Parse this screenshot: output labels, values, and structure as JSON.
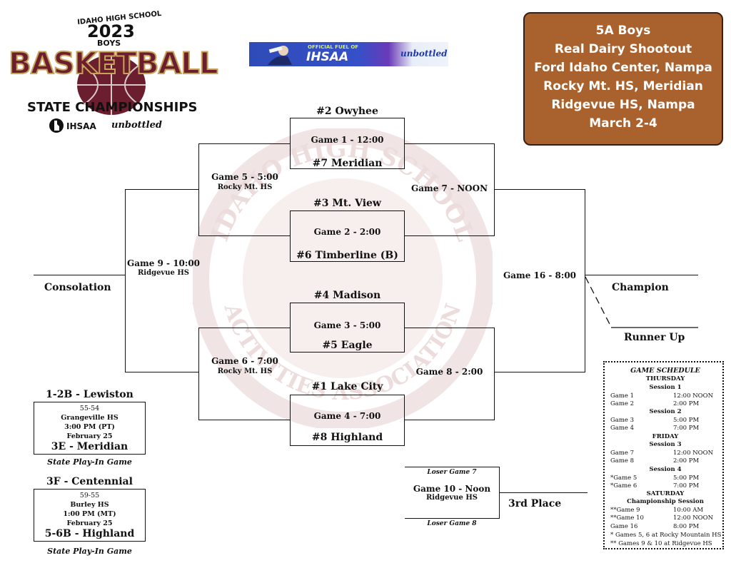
{
  "logo": {
    "top_line": "IDAHO HIGH SCHOOL",
    "year": "2023",
    "gender": "BOYS",
    "sport": "BASKETBALL",
    "event": "STATE CHAMPIONSHIPS",
    "org": "IHSAA",
    "sponsor": "unbottled"
  },
  "banner": {
    "tagline": "OFFICIAL FUEL OF",
    "org": "IHSAA",
    "sponsor": "unbottled"
  },
  "info_box": {
    "lines": [
      "5A Boys",
      "Real Dairy Shootout",
      "Ford Idaho Center, Nampa",
      "Rocky Mt. HS, Meridian",
      "Ridgevue HS, Nampa",
      "March 2-4"
    ],
    "bg_color": "#a9622e"
  },
  "bracket": {
    "teams": {
      "t1": "#2 Owyhee",
      "t2": "#7 Meridian",
      "t3": "#3 Mt. View",
      "t4": "#6 Timberline (B)",
      "t5": "#4 Madison",
      "t6": "#5 Eagle",
      "t7": "#1 Lake City",
      "t8": "#8 Highland"
    },
    "games": {
      "g1": "Game 1 - 12:00",
      "g2": "Game 2 - 2:00",
      "g3": "Game 3 - 5:00",
      "g4": "Game 4 - 7:00",
      "g5": "Game 5 - 5:00",
      "g5_site": "Rocky Mt. HS",
      "g6": "Game 6 - 7:00",
      "g6_site": "Rocky Mt. HS",
      "g7": "Game 7 - NOON",
      "g8": "Game 8 - 2:00",
      "g9": "Game 9 - 10:00",
      "g9_site": "Ridgevue HS",
      "g16": "Game 16 - 8:00",
      "g10": "Game 10 - Noon",
      "g10_site": "Ridgevue HS",
      "g10_top": "Loser Game 7",
      "g10_bottom": "Loser Game 8"
    },
    "consolation": "Consolation",
    "champion": "Champion",
    "runner_up": "Runner Up",
    "third_place": "3rd Place"
  },
  "playin": [
    {
      "top": "1-2B - Lewiston",
      "score": "55-54",
      "site": "Grangeville HS",
      "time": "3:00 PM (PT)",
      "date": "February 25",
      "bottom": "3E - Meridian",
      "label": "State Play-In Game"
    },
    {
      "top": "3F - Centennial",
      "score": "59-55",
      "site": "Burley HS",
      "time": "1:00 PM (MT)",
      "date": "February 25",
      "bottom": "5-6B - Highland",
      "label": "State Play-In Game"
    }
  ],
  "schedule": {
    "title": "GAME SCHEDULE",
    "thursday": "THURSDAY",
    "session1": "Session 1",
    "s1": [
      [
        "Game 1",
        "12:00 NOON"
      ],
      [
        "Game 2",
        "2:00 PM"
      ]
    ],
    "session2": "Session 2",
    "s2": [
      [
        "Game 3",
        "5:00 PM"
      ],
      [
        "Game 4",
        "7:00 PM"
      ]
    ],
    "friday": "FRIDAY",
    "session3": "Session 3",
    "s3": [
      [
        "Game 7",
        "12:00 NOON"
      ],
      [
        "Game 8",
        "2:00 PM"
      ]
    ],
    "session4": "Session 4",
    "s4": [
      [
        "*Game 5",
        "5:00 PM"
      ],
      [
        "*Game 6",
        "7:00 PM"
      ]
    ],
    "saturday": "SATURDAY",
    "champ_session": "Championship Session",
    "s5": [
      [
        "**Game 9",
        "10:00 AM"
      ],
      [
        "**Game 10",
        "12:00 NOON"
      ],
      [
        "Game 16",
        "8:00 PM"
      ]
    ],
    "note1": "* Games 5, 6 at Rocky Mountain HS",
    "note2": "** Games 9 & 10 at Ridgevue HS"
  },
  "watermark": {
    "text_top": "IDAHO HIGH SCHOOL",
    "text_bottom": "ACTIVITIES ASSOCIATION"
  }
}
